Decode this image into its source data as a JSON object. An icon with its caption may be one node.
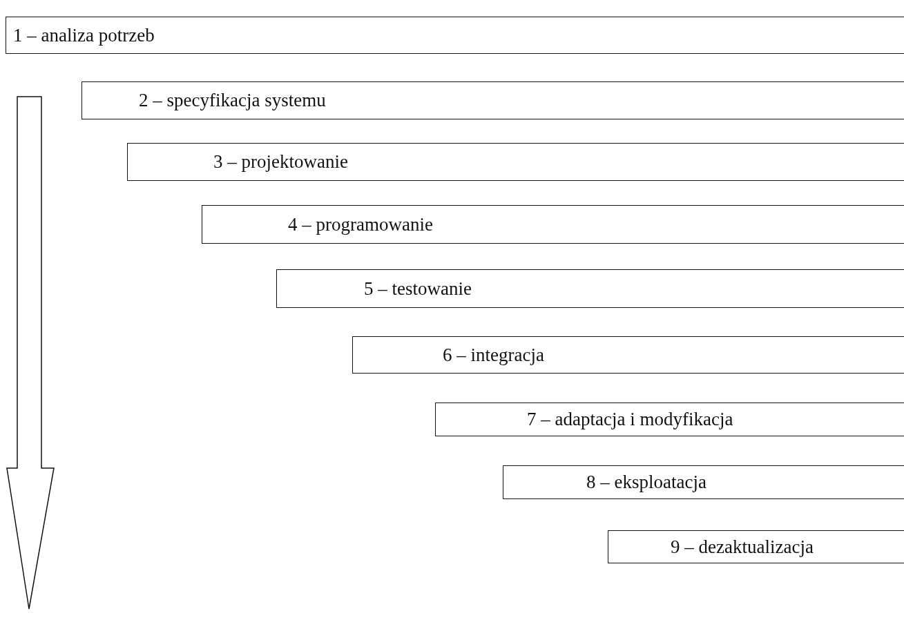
{
  "diagram": {
    "nodes": [
      {
        "text": [
          "1 – analiza potrzeb"
        ]
      },
      {
        "text": [
          "2 – specyfikacja systemu"
        ]
      },
      {
        "text": [
          "3 – projektowanie"
        ]
      },
      {
        "text": [
          "4 – programowanie"
        ]
      },
      {
        "text": [
          "5 – testowanie"
        ]
      },
      {
        "text": [
          "6 – integracja"
        ]
      },
      {
        "text": [
          "7 – adaptacja i modyfikacja"
        ]
      },
      {
        "text": [
          "8 – eksploatacja"
        ]
      },
      {
        "text": [
          "9 – dezaktualizacja"
        ]
      }
    ]
  }
}
